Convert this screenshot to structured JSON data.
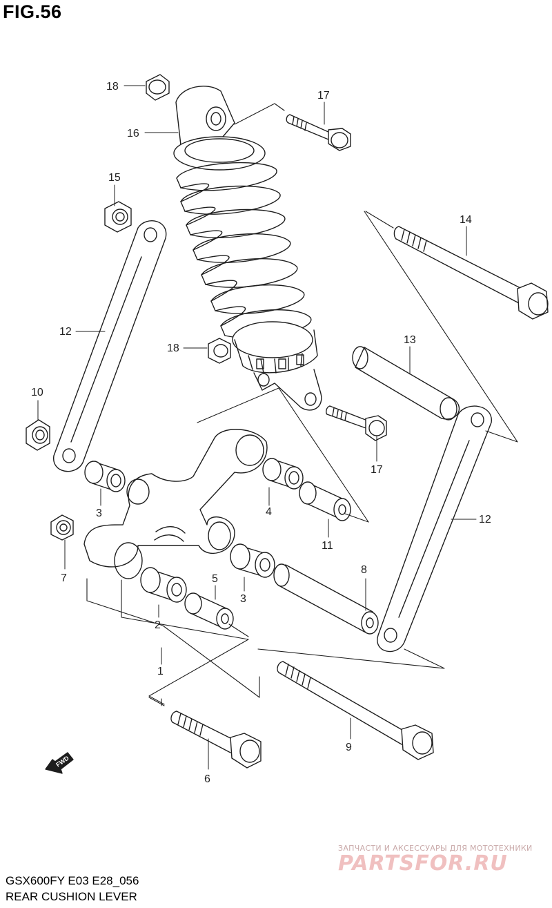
{
  "figure": {
    "title": "FIG.56"
  },
  "callouts": [
    {
      "id": "c18a",
      "label": "18"
    },
    {
      "id": "c17a",
      "label": "17"
    },
    {
      "id": "c16",
      "label": "16"
    },
    {
      "id": "c15",
      "label": "15"
    },
    {
      "id": "c14",
      "label": "14"
    },
    {
      "id": "c12a",
      "label": "12"
    },
    {
      "id": "c18b",
      "label": "18"
    },
    {
      "id": "c13",
      "label": "13"
    },
    {
      "id": "c10",
      "label": "10"
    },
    {
      "id": "c17b",
      "label": "17"
    },
    {
      "id": "c3a",
      "label": "3"
    },
    {
      "id": "c4",
      "label": "4"
    },
    {
      "id": "c12b",
      "label": "12"
    },
    {
      "id": "c11",
      "label": "11"
    },
    {
      "id": "c7",
      "label": "7"
    },
    {
      "id": "c8",
      "label": "8"
    },
    {
      "id": "c5",
      "label": "5"
    },
    {
      "id": "c3b",
      "label": "3"
    },
    {
      "id": "c2",
      "label": "2"
    },
    {
      "id": "c1",
      "label": "1"
    },
    {
      "id": "c9",
      "label": "9"
    },
    {
      "id": "c6",
      "label": "6"
    }
  ],
  "fwd_marker": {
    "label": "FWD"
  },
  "footer": {
    "model_code": "GSX600FY E03 E28_056",
    "section_name": "REAR CUSHION LEVER"
  },
  "watermark": {
    "tagline": "ЗАПЧАСТИ И АКСЕССУАРЫ ДЛЯ МОТОТЕХНИКИ",
    "logo": "PARTSFOR.RU"
  }
}
